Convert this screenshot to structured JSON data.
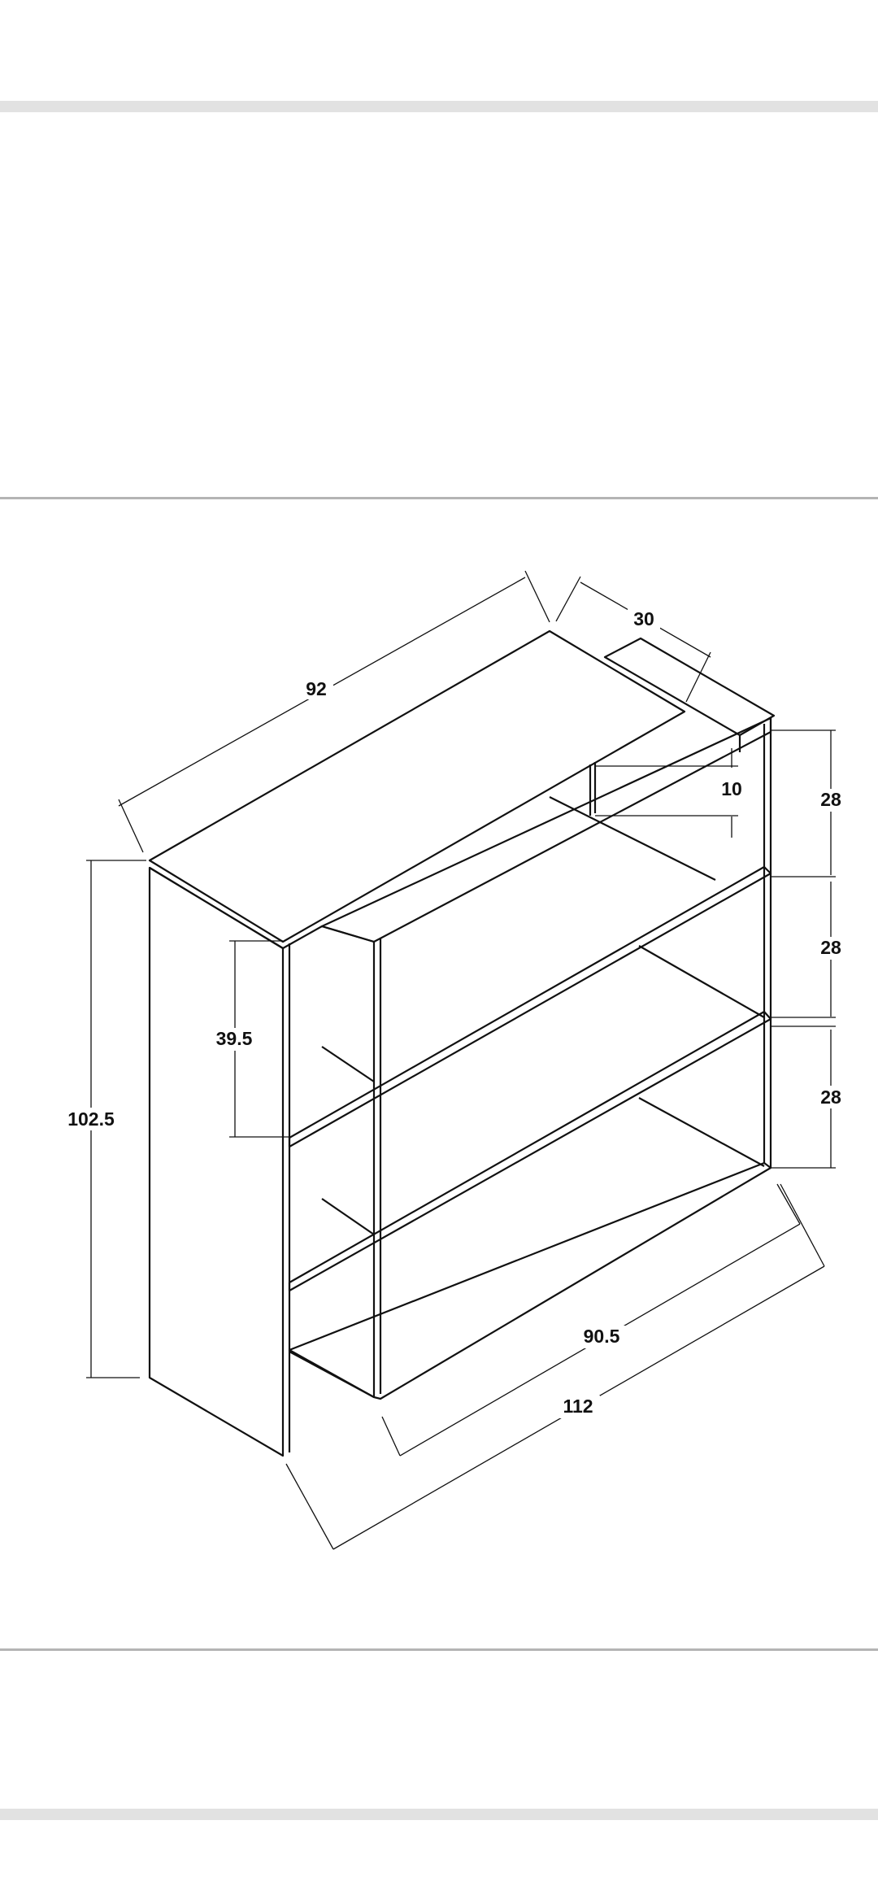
{
  "drawing": {
    "dimensions": {
      "top_length": "92",
      "depth": "30",
      "gap_height": "10",
      "shelf_height_1": "28",
      "shelf_height_2": "28",
      "shelf_height_3": "28",
      "side_opening_height": "39.5",
      "total_height": "102.5",
      "inner_length": "90.5",
      "total_length": "112"
    }
  }
}
